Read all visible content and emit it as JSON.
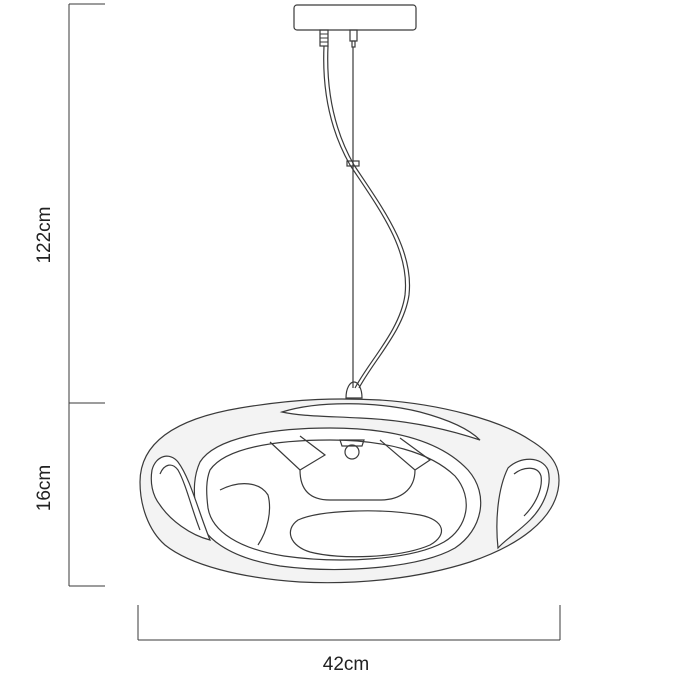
{
  "dimensions": {
    "height_total_label": "122cm",
    "height_shade_label": "16cm",
    "width_label": "42cm"
  },
  "colors": {
    "line": "#3a3a3a",
    "text": "#222222",
    "background": "#ffffff"
  }
}
